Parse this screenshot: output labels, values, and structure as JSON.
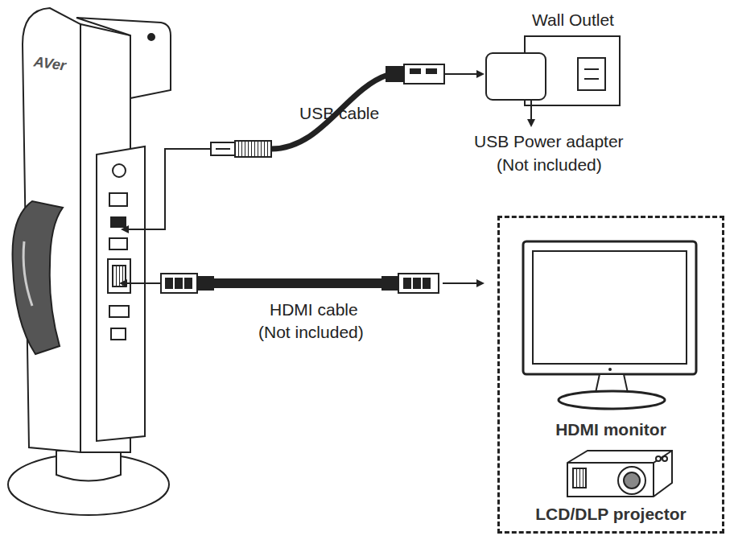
{
  "diagram": {
    "nodes": [
      {
        "text": [
          "HDMI monitor",
          "LCD/DLP projector"
        ]
      }
    ],
    "labels": [
      "AVer",
      "Wall Outlet",
      "USB cable",
      "USB Power adapter",
      "(Not included)",
      "HDMI cable",
      "(Not included)"
    ]
  }
}
